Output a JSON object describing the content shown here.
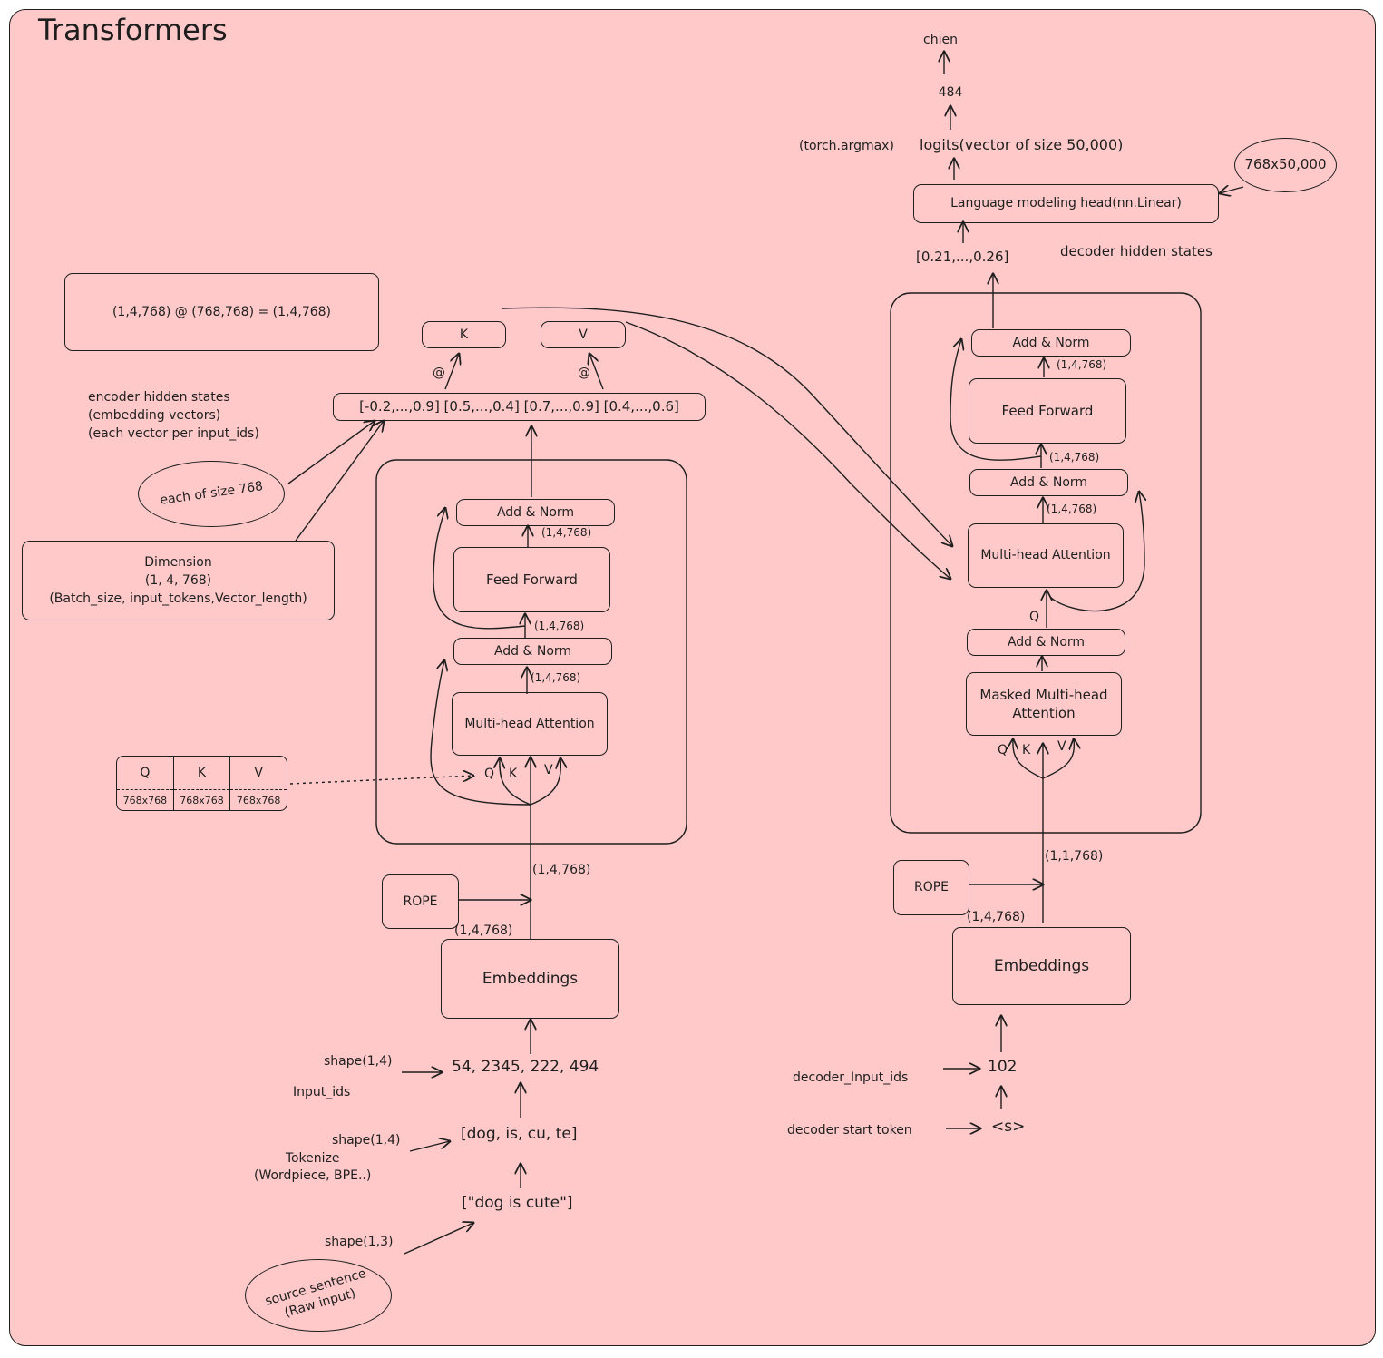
{
  "title": "Transformers",
  "encoder": {
    "container_label": "",
    "add_norm": "Add & Norm",
    "feed_forward": "Feed Forward",
    "multi_head_attention": "Multi-head Attention",
    "rope": "ROPE",
    "embeddings": "Embeddings",
    "shape_ff_out": "(1,4,768)",
    "shape_ff_in": "(1,4,768)",
    "shape_mha_out": "(1,4,768)",
    "shape_stack_in": "(1,4,768)",
    "shape_emb_out": "(1,4,768)",
    "q": "Q",
    "k": "K",
    "v": "V",
    "hidden_states_vector": "[-0.2,...,0.9] [0.5,...,0.4] [0.7,...,0.9] [0.4,...,0.6]",
    "key_box": "K",
    "value_box": "V",
    "matmul_k": "@",
    "matmul_v": "@",
    "hidden_states_note": [
      "encoder hidden states",
      "(embedding vectors)",
      "(each vector per input_ids)"
    ],
    "vector_size_note": "each of size 768",
    "dimension_note": [
      "Dimension",
      "(1, 4, 768)",
      "(Batch_size, input_tokens,Vector_length)"
    ],
    "matmul_note": "(1,4,768) @ (768,768) = (1,4,768)",
    "weights_table": {
      "headers": [
        "Q",
        "K",
        "V"
      ],
      "values": [
        "768x768",
        "768x768",
        "768x768"
      ]
    }
  },
  "input_pipeline": {
    "input_ids": "54, 2345, 222, 494",
    "input_ids_shape": "shape(1,4)",
    "input_ids_label": "Input_ids",
    "tokens": "[dog, is, cu, te]",
    "tokens_shape": "shape(1,4)",
    "tokenize_label": [
      "Tokenize",
      "(Wordpiece, BPE..)"
    ],
    "sentence": "[\"dog is cute\"]",
    "sentence_shape": "shape(1,3)",
    "source_note": [
      "source sentence",
      "(Raw input)"
    ]
  },
  "decoder": {
    "add_norm_top": "Add & Norm",
    "feed_forward": "Feed Forward",
    "add_norm_mid": "Add & Norm",
    "multi_head_attention": "Multi-head Attention",
    "add_norm_low": "Add & Norm",
    "masked_attention": "Masked Multi-head Attention",
    "shape_ff_out": "(1,4,768)",
    "shape_ff_in": "(1,4,768)",
    "shape_mha_out": "(1,4,768)",
    "q_cross": "Q",
    "q": "Q",
    "k": "K",
    "v": "V",
    "rope": "ROPE",
    "embeddings": "Embeddings",
    "shape_stack_in": "(1,1,768)",
    "shape_emb_out": "(1,4,768)",
    "decoder_input_ids_label": "decoder_Input_ids",
    "decoder_input_id": "102",
    "start_token_label": "decoder start token",
    "start_token": "<s>",
    "hidden_vector": "[0.21,...,0.26]",
    "hidden_states_label": "decoder hidden states",
    "lm_head": "Language modeling head(nn.Linear)",
    "lm_weight": "768x50,000",
    "logits": "logits(vector of size 50,000)",
    "argmax": "(torch.argmax)",
    "token_id": "484",
    "output_word": "chien"
  },
  "colors": {
    "canvas": "#ffc9c9",
    "stroke": "#1e1e1e"
  }
}
